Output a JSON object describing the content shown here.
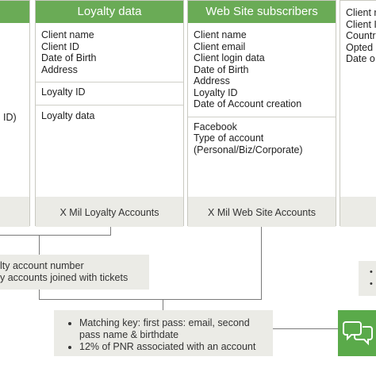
{
  "columns": [
    {
      "header": "",
      "sections": [
        [
          "ID)"
        ]
      ],
      "footer": ""
    },
    {
      "header": "Loyalty data",
      "sections": [
        [
          "Client name",
          "Client ID",
          "Date of Birth",
          "Address"
        ],
        [
          "Loyalty ID"
        ],
        [
          "Loyalty data"
        ]
      ],
      "footer": "X Mil  Loyalty Accounts"
    },
    {
      "header": "Web Site subscribers",
      "sections": [
        [
          "Client name",
          "Client email",
          "Client login data",
          "Date of Birth",
          "Address",
          "Loyalty ID",
          "Date of Account creation"
        ],
        [
          "Facebook",
          "Type of account",
          "(Personal/Biz/Corporate)"
        ]
      ],
      "footer": "X Mil Web Site Accounts"
    },
    {
      "header": "",
      "sections": [
        [
          "Client r",
          "Client I",
          "Countr",
          "Opted",
          "Date o"
        ]
      ],
      "footer": ""
    }
  ],
  "notes": {
    "left": [
      "lty account number",
      "y accounts joined with tickets"
    ],
    "center": [
      "Matching key: first pass: email, second pass name & birthdate",
      "12% of PNR associated with an account"
    ],
    "right_bullets": [
      "",
      ""
    ]
  },
  "icon": {
    "name": "chat-bubbles-icon",
    "color": "#5aaa4a"
  },
  "colors": {
    "header": "#6aab56",
    "footer": "#ebebe6",
    "border": "#c9c9c1"
  }
}
